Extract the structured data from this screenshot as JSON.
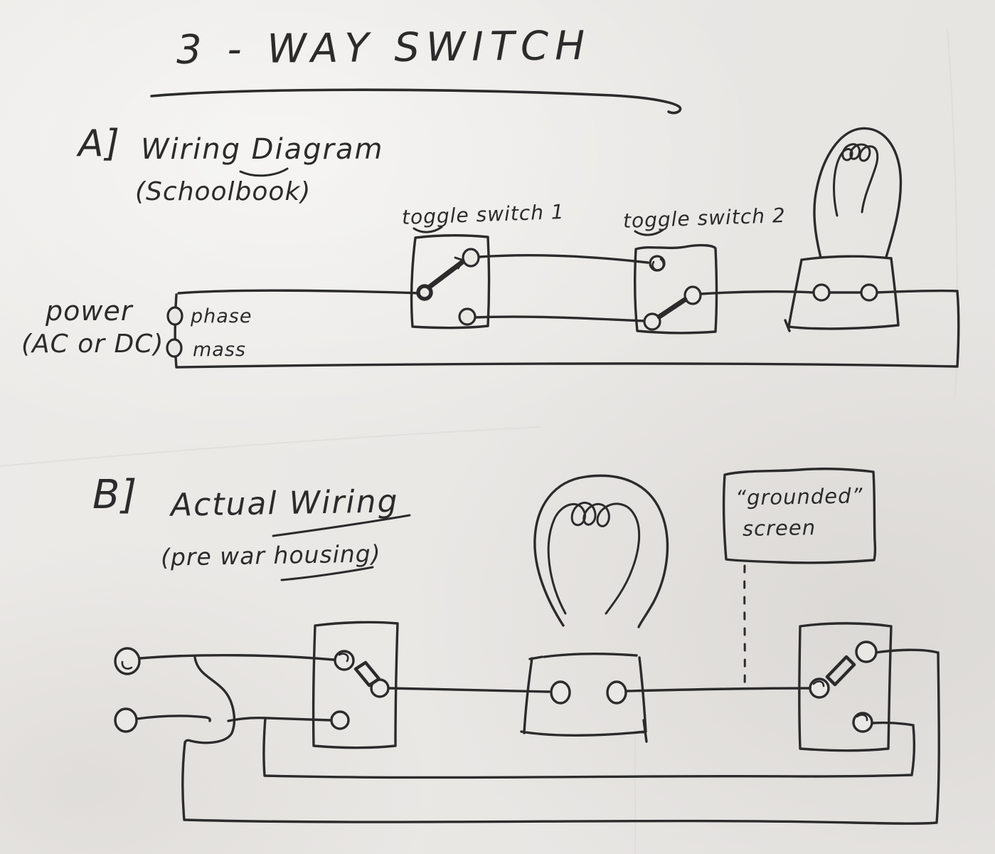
{
  "title": "3 - WAY SWITCH",
  "section_a": {
    "tag": "A]",
    "heading": "Wiring Diagram",
    "subheading": "(Schoolbook)",
    "switch1_label": "toggle switch 1",
    "switch2_label": "toggle switch 2",
    "power_label": "power",
    "power_type": "(AC or DC)",
    "terminal_phase": "phase",
    "terminal_mass": "mass",
    "drawn_components": [
      "power source terminals",
      "toggle switch 1",
      "toggle switch 2",
      "light bulb with filament"
    ]
  },
  "section_b": {
    "tag": "B]",
    "heading": "Actual Wiring",
    "subheading": "(pre war housing)",
    "screen_label_line1": "“grounded”",
    "screen_label_line2": "screen",
    "drawn_components": [
      "two power terminals",
      "toggle switch box 1",
      "light bulb with filament",
      "toggle switch box 2",
      "grounded screen box with dashed lead",
      "wire crossover hop"
    ]
  },
  "colors": {
    "ink": "#2b2b2b",
    "paper": "#eae8e5"
  }
}
